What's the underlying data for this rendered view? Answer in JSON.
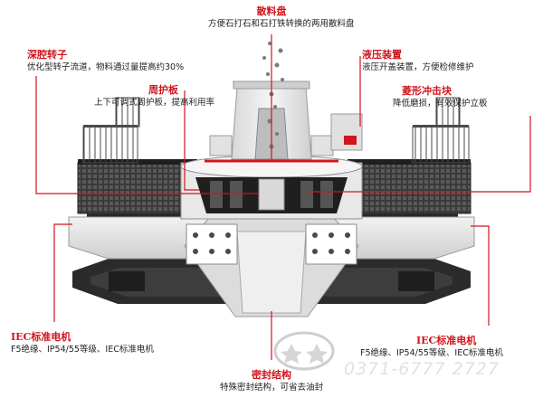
{
  "colors": {
    "accent": "#d0151c",
    "machine_light": "#e6e6e6",
    "machine_dark": "#2a2a2a",
    "machine_mid": "#8a8a8a"
  },
  "callouts": {
    "top": {
      "title": "散料盘",
      "desc": "方便石打石和石打铁转换的两用散料盘"
    },
    "rotor": {
      "title": "深腔转子",
      "desc": "优化型转子流道，物料通过量提高约30%"
    },
    "guard": {
      "title": "周护板",
      "desc": "上下可调式周护板，提高利用率"
    },
    "hydraulic": {
      "title": "液压装置",
      "desc": "液压开盖装置，方便检修维护"
    },
    "impact": {
      "title": "菱形冲击块",
      "desc": "降低磨损，有效保护立板"
    },
    "motor_left": {
      "title": "IEC标准电机",
      "desc": "F5绝缘、IP54/55等级、IEC标准电机"
    },
    "motor_right": {
      "title": "IEC标准电机",
      "desc": "F5绝缘、IP54/55等级、IEC标准电机"
    },
    "seal": {
      "title": "密封结构",
      "desc": "特殊密封结构，可省去油封"
    }
  },
  "watermark": {
    "logo_icon": "star-seal-logo-icon",
    "phone": "0371-6777 2727"
  }
}
